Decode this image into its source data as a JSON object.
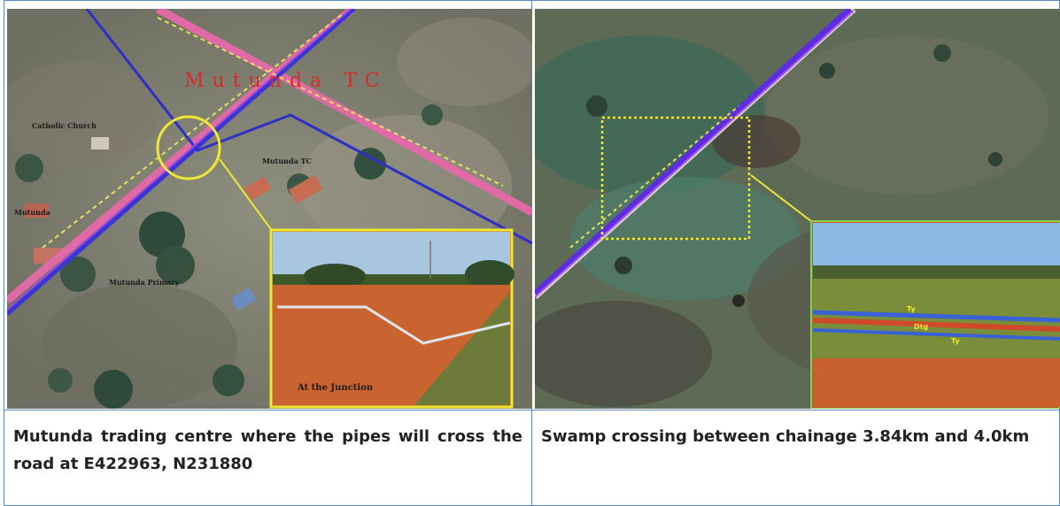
{
  "figures": [
    {
      "map_labels": {
        "town": "Mutunda TC",
        "church": "Catholic Church",
        "place_left": "Mutunda",
        "place_mid": "Mutunda TC",
        "place_bottom": "Mutunda Primary"
      },
      "inset_label": "At the Junction",
      "caption": "Mutunda trading centre where the pipes will cross the road at E422963, N231880"
    },
    {
      "inset_labels": [
        "Ty",
        "Dtg",
        "Ty"
      ],
      "caption": "Swamp crossing between chainage 3.84km and 4.0km"
    }
  ]
}
